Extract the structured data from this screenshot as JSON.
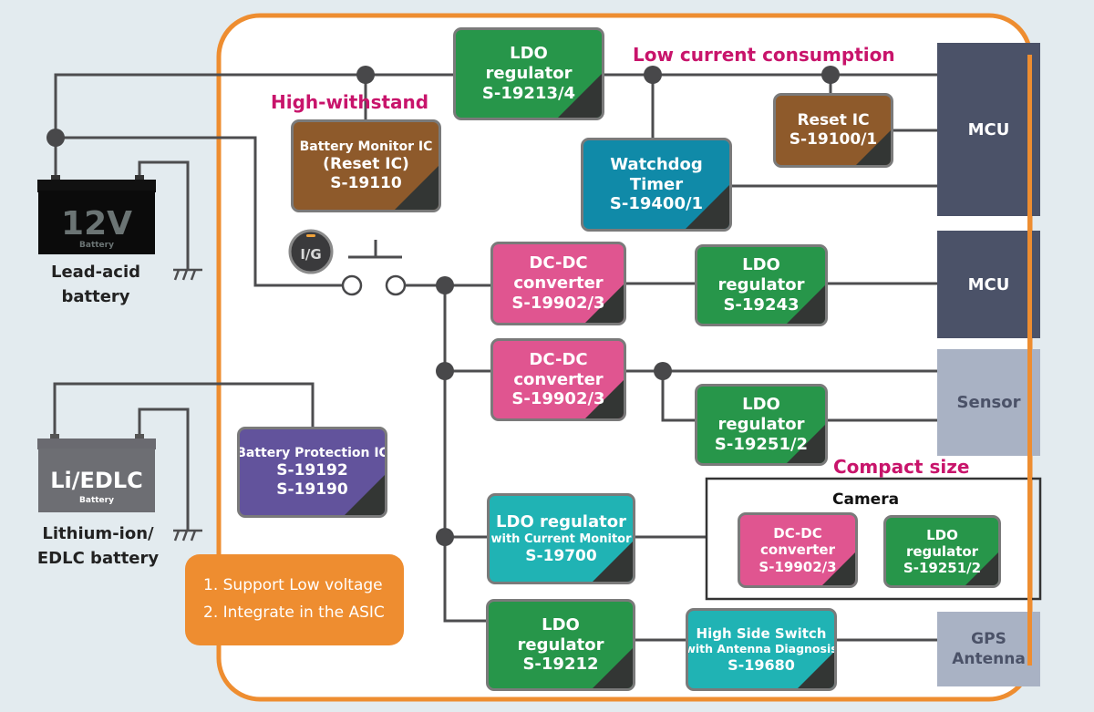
{
  "diagram": {
    "annotations": {
      "high_withstand": "High-withstand",
      "low_current": "Low current consumption",
      "compact_size": "Compact size"
    },
    "batteries": [
      {
        "id": "lead-acid",
        "big_text": "12V",
        "small_text": "Battery",
        "label_lines": [
          "Lead-acid",
          "battery"
        ]
      },
      {
        "id": "li-edlc",
        "big_text": "Li/EDLC",
        "small_text": "Battery",
        "label_lines": [
          "Lithium-ion/",
          "EDLC battery"
        ]
      }
    ],
    "ignition_switch": {
      "label": "I/G"
    },
    "blocks": {
      "ldo_19213": {
        "lines": [
          "LDO",
          "regulator",
          "S-19213/4"
        ],
        "category": "LDO regulator"
      },
      "battery_monitor": {
        "lines": [
          "Battery Monitor IC",
          "(Reset IC)",
          "S-19110"
        ],
        "category": "Battery Monitor IC"
      },
      "watchdog": {
        "lines": [
          "Watchdog",
          "Timer",
          "S-19400/1"
        ],
        "category": "Watchdog Timer"
      },
      "reset_ic": {
        "lines": [
          "Reset IC",
          "S-19100/1"
        ],
        "category": "Reset IC"
      },
      "dcdc_1": {
        "lines": [
          "DC-DC",
          "converter",
          "S-19902/3"
        ],
        "category": "DC-DC converter"
      },
      "ldo_19243": {
        "lines": [
          "LDO",
          "regulator",
          "S-19243"
        ],
        "category": "LDO regulator"
      },
      "dcdc_2": {
        "lines": [
          "DC-DC",
          "converter",
          "S-19902/3"
        ],
        "category": "DC-DC converter"
      },
      "ldo_19251": {
        "lines": [
          "LDO",
          "regulator",
          "S-19251/2"
        ],
        "category": "LDO regulator"
      },
      "battery_protection": {
        "lines": [
          "Battery Protection IC",
          "S-19192",
          "S-19190"
        ],
        "category": "Battery Protection IC"
      },
      "ldo_current_monitor": {
        "lines": [
          "LDO regulator",
          "with Current Monitor",
          "S-19700"
        ],
        "category": "LDO regulator with Current Monitor"
      },
      "camera_dcdc": {
        "lines": [
          "DC-DC",
          "converter",
          "S-19902/3"
        ],
        "category": "DC-DC converter"
      },
      "camera_ldo": {
        "lines": [
          "LDO",
          "regulator",
          "S-19251/2"
        ],
        "category": "LDO regulator"
      },
      "ldo_19212": {
        "lines": [
          "LDO",
          "regulator",
          "S-19212"
        ],
        "category": "LDO regulator"
      },
      "high_side_switch": {
        "lines": [
          "High Side Switch",
          "with Antenna Diagnosis",
          "S-19680"
        ],
        "category": "High Side Switch"
      }
    },
    "targets": {
      "mcu_1": {
        "lines": [
          "MCU"
        ]
      },
      "mcu_2": {
        "lines": [
          "MCU"
        ]
      },
      "sensor": {
        "lines": [
          "Sensor"
        ]
      },
      "gps": {
        "lines": [
          "GPS",
          "Antenna"
        ]
      }
    },
    "camera_group": {
      "title": "Camera"
    },
    "note": {
      "lines": [
        "1. Support Low voltage",
        "2. Integrate in the ASIC"
      ]
    },
    "colors": {
      "ldo": "#27964a",
      "reset": "#8e5a2b",
      "watchdog": "#108aa8",
      "current_monitor": "#20b3b4",
      "dcdc": "#e05590",
      "protection": "#62539c",
      "mcu": "#4b5268",
      "peripheral": "#a9b2c4",
      "frame": "#ee8d30",
      "annotation": "#c8146b",
      "background": "#e3ebef"
    }
  }
}
